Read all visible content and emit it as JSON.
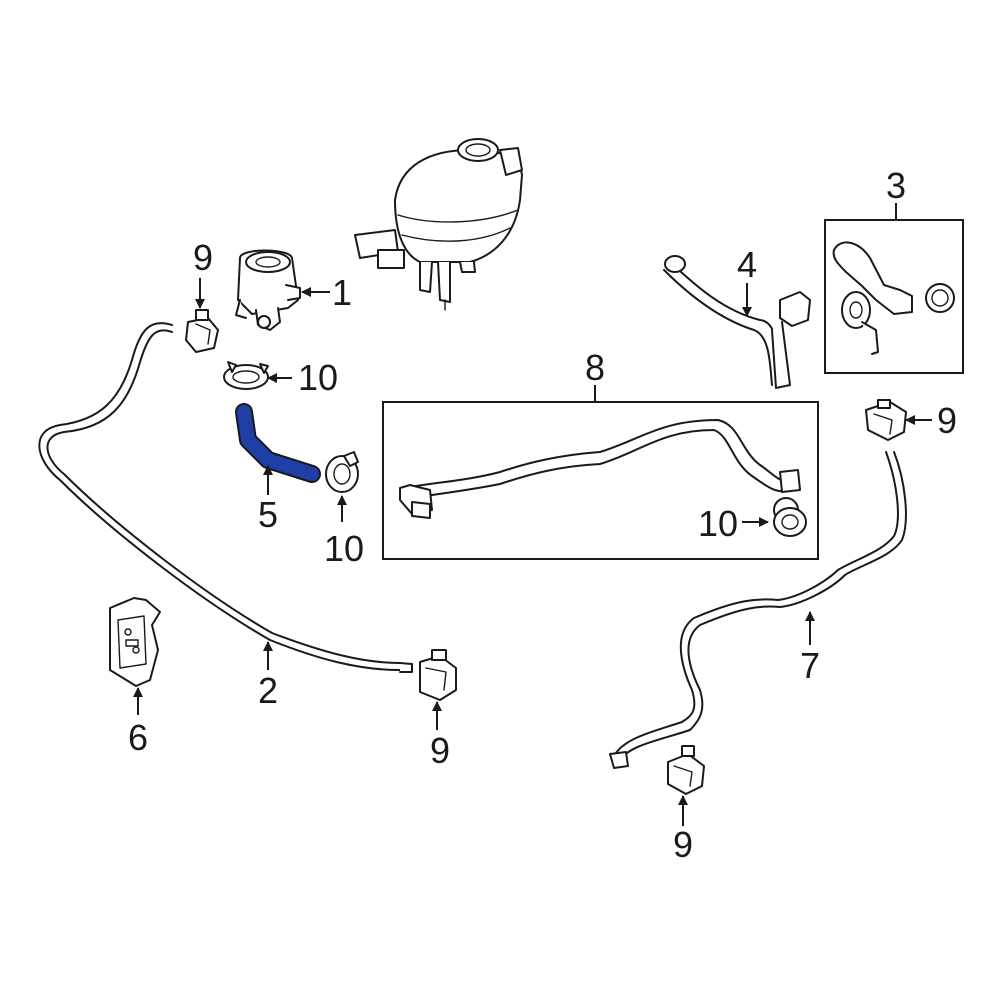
{
  "diagram": {
    "highlight_color": "#1f3fa6",
    "line_color": "#1a1a1a",
    "background": "#ffffff",
    "callouts": [
      {
        "id": "c1",
        "text": "1"
      },
      {
        "id": "c2",
        "text": "2"
      },
      {
        "id": "c3",
        "text": "3"
      },
      {
        "id": "c4",
        "text": "4"
      },
      {
        "id": "c5",
        "text": "5"
      },
      {
        "id": "c6",
        "text": "6"
      },
      {
        "id": "c7",
        "text": "7"
      },
      {
        "id": "c8",
        "text": "8"
      },
      {
        "id": "c9a",
        "text": "9"
      },
      {
        "id": "c9b",
        "text": "9"
      },
      {
        "id": "c9c",
        "text": "9"
      },
      {
        "id": "c9d",
        "text": "9"
      },
      {
        "id": "c10a",
        "text": "10"
      },
      {
        "id": "c10b",
        "text": "10"
      },
      {
        "id": "c10c",
        "text": "10"
      }
    ]
  }
}
